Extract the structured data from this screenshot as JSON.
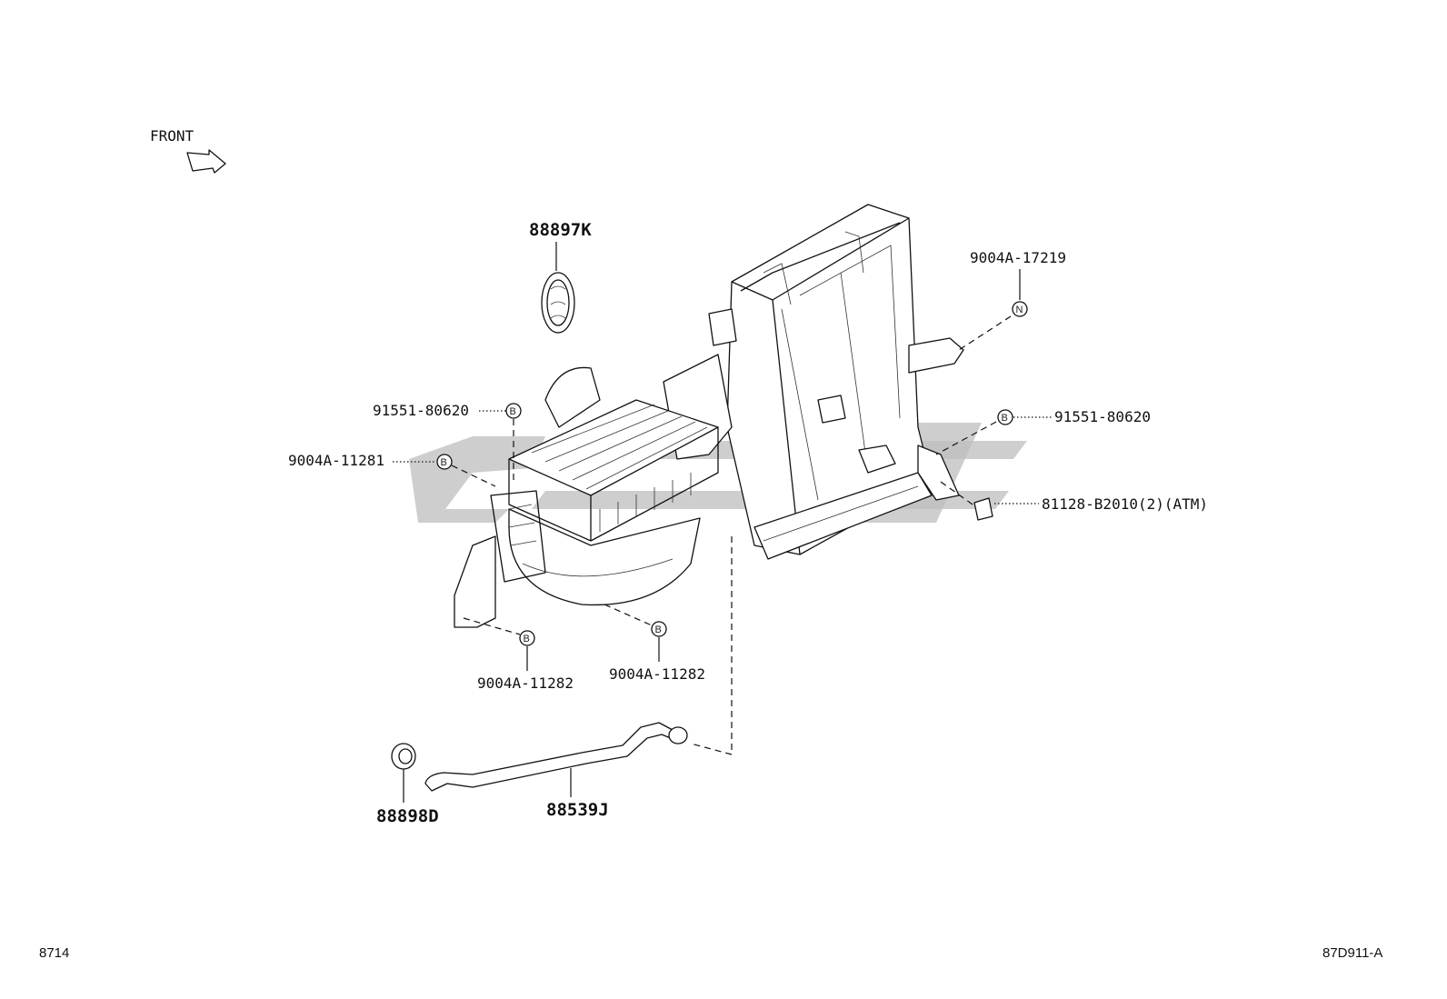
{
  "front_label": "FRONT",
  "labels": {
    "grommet_top": "88897K",
    "clip_n": "9004A-17219",
    "screw_b_left": "91551-80620",
    "screw_b_right": "91551-80620",
    "bolt_b_left": "9004A-11281",
    "clip_atm": "81128-B2010(2)(ATM)",
    "bolt_b_bottom_left": "9004A-11282",
    "bolt_b_bottom_right": "9004A-11282",
    "grommet_bottom": "88898D",
    "drain_hose": "88539J"
  },
  "callouts": {
    "n": "N",
    "b": "B"
  },
  "footer": {
    "page_ref": "8714",
    "figure_code": "87D911-A"
  }
}
